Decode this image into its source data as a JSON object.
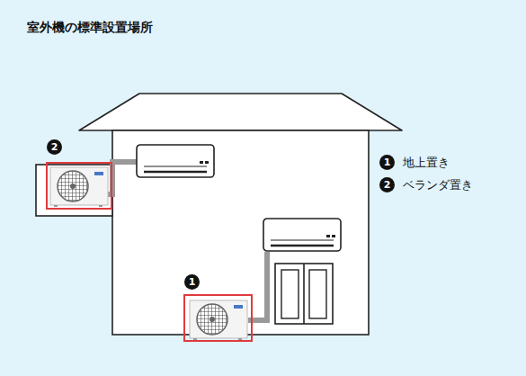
{
  "diagram": {
    "title": "室外機の標準設置場所",
    "labels": [
      "2",
      "1",
      "1",
      "地上置き",
      "2",
      "ベランダ置き"
    ]
  }
}
